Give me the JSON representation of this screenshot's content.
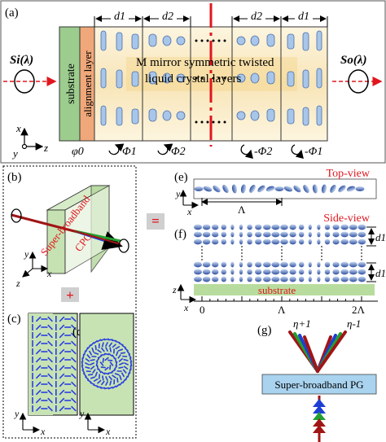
{
  "panel_a": {
    "tag": "(a)",
    "substrate": "substrate",
    "alignment": "alignment layer",
    "caption_line1": "M mirror symmetric twisted",
    "caption_line2": "liquid crystal layers",
    "d1": "d1",
    "d2": "d2",
    "s_in": "Si(λ)",
    "s_out": "So(λ)",
    "phi0": "φ0",
    "phi1": "Φ1",
    "phi2": "Φ2",
    "neg_phi2": "-Φ2",
    "neg_phi1": "-Φ1",
    "axis_x": "x",
    "axis_y": "y",
    "axis_z": "z"
  },
  "panel_b": {
    "tag": "(b)",
    "label1": "Super-broadband",
    "label2": "CPC",
    "axis_x": "x",
    "axis_y": "y",
    "axis_z": "z"
  },
  "panel_c": {
    "tag": "(c)",
    "axis_x": "x",
    "axis_y": "y"
  },
  "panel_d": {
    "tag": "(d)",
    "axis_x": "x",
    "axis_y": "y"
  },
  "panel_e": {
    "tag": "(e)",
    "title": "Top-view",
    "lambda": "Λ",
    "axis_x": "x",
    "axis_y": "y"
  },
  "panel_f": {
    "tag": "(f)",
    "title": "Side-view",
    "substrate": "substrate",
    "d1": "d1",
    "ticks": [
      "0",
      "Λ",
      "2Λ"
    ],
    "axis_x": "x",
    "axis_z": "z"
  },
  "panel_g": {
    "tag": "(g)",
    "eta_plus": "η+1",
    "eta_minus": "η-1",
    "box_label": "Super-broadband PG"
  },
  "operators": {
    "equals": "=",
    "plus": "+"
  },
  "colors": {
    "substrate_green": "#9ccc8e",
    "alignment_orange": "#f0a87a",
    "lc_beige": "#fbefd2",
    "lc_blue": "#a8c6ea",
    "mirror_red": "#e0161e",
    "label_red": "#e0161e",
    "panel_green": "#c7e3b4",
    "director_blue": "#2a3fe0",
    "pg_box": "#a9d3ef"
  }
}
